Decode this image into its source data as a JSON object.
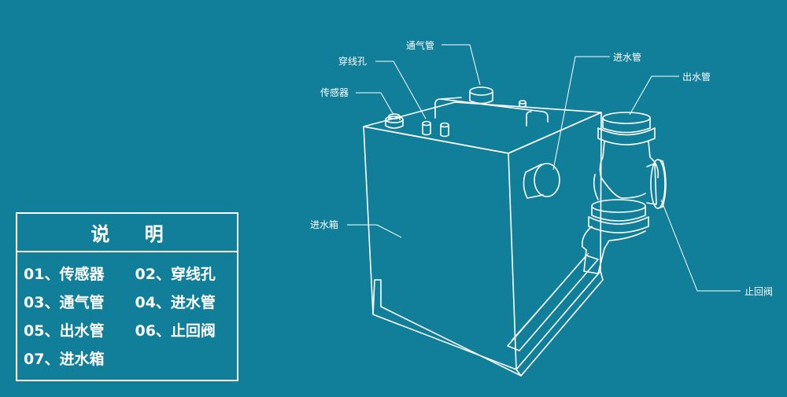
{
  "callouts": {
    "vent_pipe": "通气管",
    "cable_hole": "穿线孔",
    "sensor": "传感器",
    "inlet_pipe": "进水管",
    "outlet_pipe": "出水管",
    "inlet_tank": "进水箱",
    "check_valve": "止回阀"
  },
  "legend": {
    "title": "说 明",
    "items": [
      [
        "01、传感器",
        "02、穿线孔"
      ],
      [
        "03、通气管",
        "04、进水管"
      ],
      [
        "05、出水管",
        "06、止回阀"
      ],
      [
        "07、进水箱",
        ""
      ]
    ]
  },
  "colors": {
    "background": "#127f9a",
    "line": "#ffffff"
  }
}
